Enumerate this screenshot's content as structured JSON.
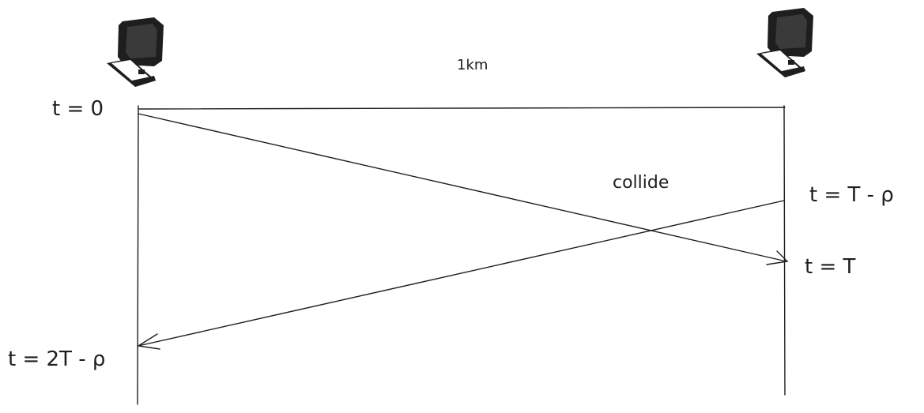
{
  "distance_label": "1km",
  "collide_label": "collide",
  "time_labels": {
    "start": "t = 0",
    "right_send": "t = T - ρ",
    "arrival": "t = T",
    "return": "t = 2T - ρ"
  },
  "icons": {
    "left_station": "computer-icon",
    "right_station": "computer-icon"
  }
}
